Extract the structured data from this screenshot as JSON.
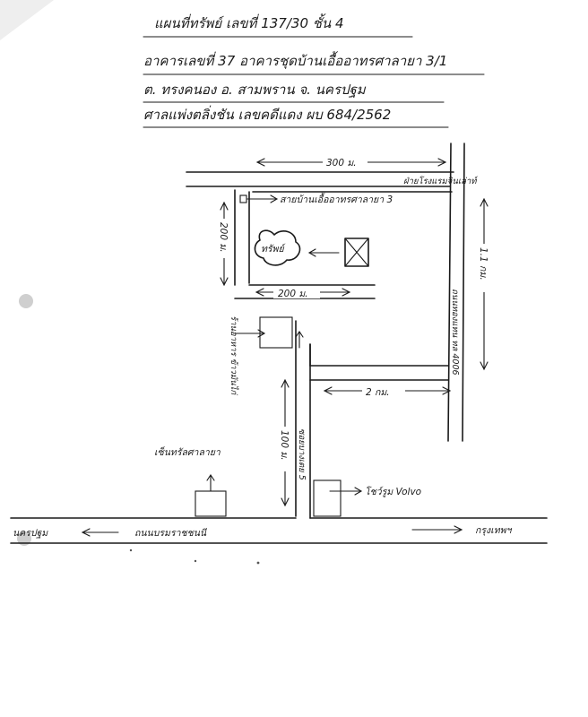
{
  "header": {
    "line1": "แผนที่ทรัพย์   เลขที่ 137/30 ชั้น 4",
    "line2": "อาคารเลขที่ 37  อาคารชุดบ้านเอื้ออาทรศาลายา 3/1",
    "line3": "ต. ทรงคนอง  อ. สามพราน  จ. นครปฐม",
    "line4": "ศาลแพ่งตลิ่งชัน   เลขคดีแดง ผบ 684/2562"
  },
  "labels": {
    "dist_top": "300 ม.",
    "road_top_right": "ฝ่ายโรงแรมจินเล่าท์",
    "project": "สายบ้านเอื้ออาทรศาลายา 3",
    "dist_left": "200 ม.",
    "property": "ทรัพย์",
    "dist_mid": "200 ม.",
    "dist_right_vertical": "1.1 กม.",
    "road_right": "ถนนทองแทน ทล 4006",
    "side_shop": "ร้านอาหาร ข้าวมันไก่",
    "dist_lower": "2 กม.",
    "dist_vertical": "100 ม.",
    "road_vertical": "ซอยบางเตย 5",
    "landmark_left": "เซ็นทรัลศาลายา",
    "landmark_right": "โชว์รูม Volvo",
    "main_road": "ถนนบรมราชชนนี",
    "to_left": "นครปฐม",
    "to_right": "กรุงเทพฯ"
  },
  "colors": {
    "ink": "#1a1a1a",
    "paper": "#ffffff",
    "hole": "#cfcfcf"
  }
}
